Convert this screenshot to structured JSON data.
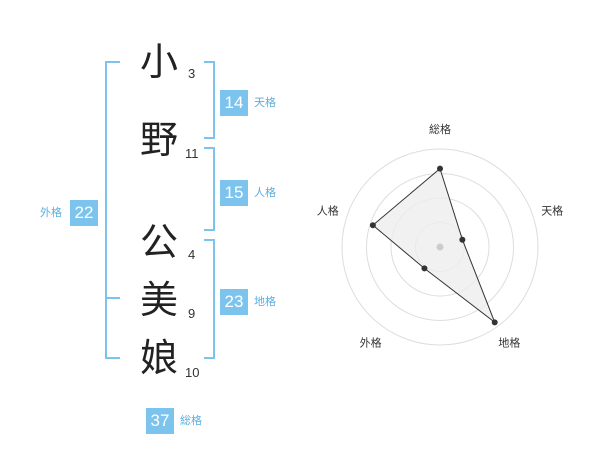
{
  "name": {
    "chars": [
      {
        "kanji": "小",
        "strokes": "3"
      },
      {
        "kanji": "野",
        "strokes": "11"
      },
      {
        "kanji": "公",
        "strokes": "4"
      },
      {
        "kanji": "美",
        "strokes": "9"
      },
      {
        "kanji": "娘",
        "strokes": "10"
      }
    ]
  },
  "kaku": {
    "tenkaku": {
      "value": "14",
      "label": "天格"
    },
    "jinkaku": {
      "value": "15",
      "label": "人格"
    },
    "chikaku": {
      "value": "23",
      "label": "地格"
    },
    "gaikaku": {
      "value": "22",
      "label": "外格"
    },
    "soukaku": {
      "value": "37",
      "label": "総格"
    }
  },
  "chart_data": {
    "type": "radar",
    "axes": [
      "総格",
      "天格",
      "地格",
      "外格",
      "人格"
    ],
    "values": [
      0.8,
      0.24,
      0.95,
      0.27,
      0.72
    ],
    "rings": 4,
    "colors": {
      "fill": "#eeeeee",
      "stroke": "#333333",
      "grid": "#dddddd",
      "point": "#333333",
      "center": "#cccccc"
    }
  }
}
